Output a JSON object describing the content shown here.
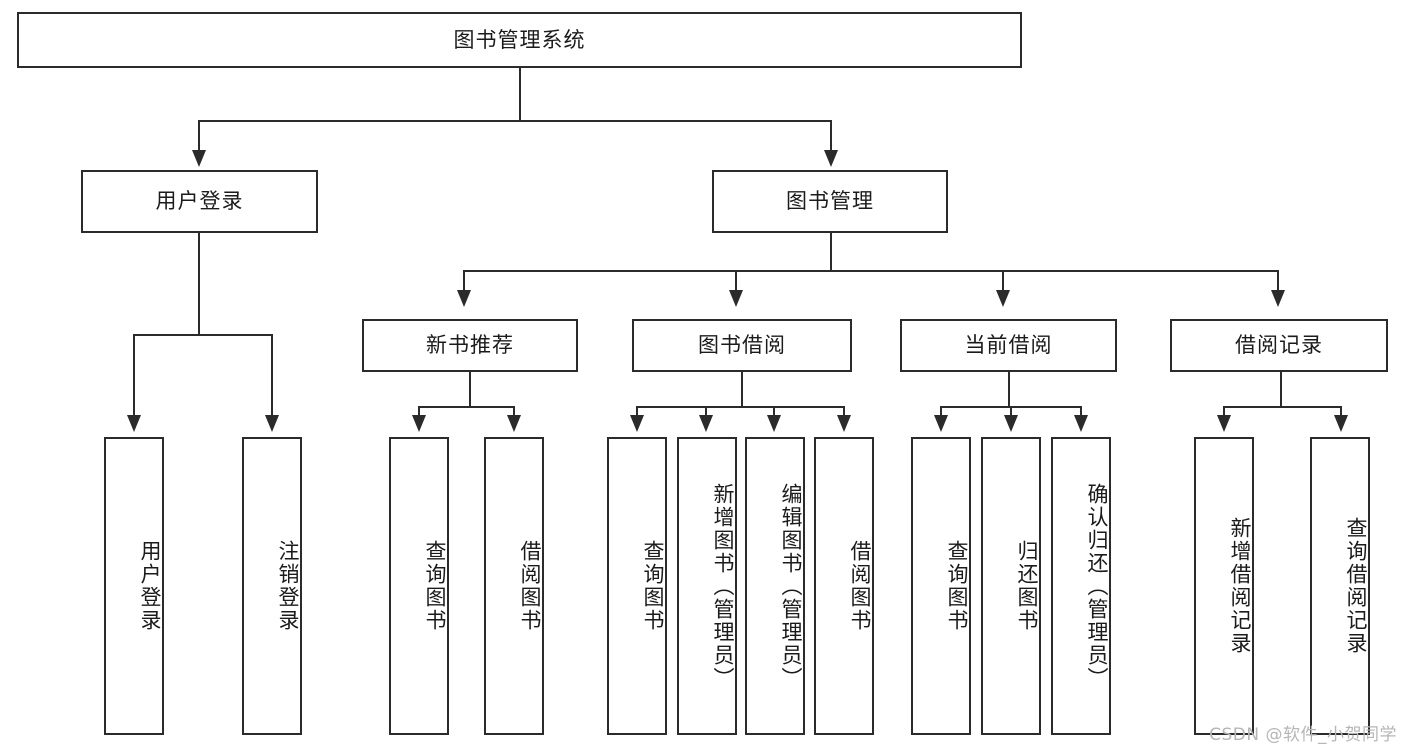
{
  "diagram": {
    "title": "图书管理系统",
    "root": {
      "label": "图书管理系统"
    },
    "level1": [
      {
        "label": "用户登录"
      },
      {
        "label": "图书管理"
      }
    ],
    "level2": [
      {
        "label": "新书推荐"
      },
      {
        "label": "图书借阅"
      },
      {
        "label": "当前借阅"
      },
      {
        "label": "借阅记录"
      }
    ],
    "leaves": {
      "user_login": [
        {
          "label": "用户登录"
        },
        {
          "label": "注销登录"
        }
      ],
      "new_book_recommend": [
        {
          "label": "查询图书"
        },
        {
          "label": "借阅图书"
        }
      ],
      "book_borrow": [
        {
          "label": "查询图书"
        },
        {
          "label": "新增图书（管理员）"
        },
        {
          "label": "编辑图书（管理员）"
        },
        {
          "label": "借阅图书"
        }
      ],
      "current_borrow": [
        {
          "label": "查询图书"
        },
        {
          "label": "归还图书"
        },
        {
          "label": "确认归还（管理员）"
        }
      ],
      "borrow_records": [
        {
          "label": "新增借阅记录"
        },
        {
          "label": "查询借阅记录"
        }
      ]
    }
  },
  "watermark": {
    "text": "CSDN @软件_小贺同学"
  },
  "colors": {
    "stroke": "#2b2b2b",
    "fill": "#ffffff",
    "text": "#1b1b1b",
    "watermark": "#b6b6b6"
  }
}
